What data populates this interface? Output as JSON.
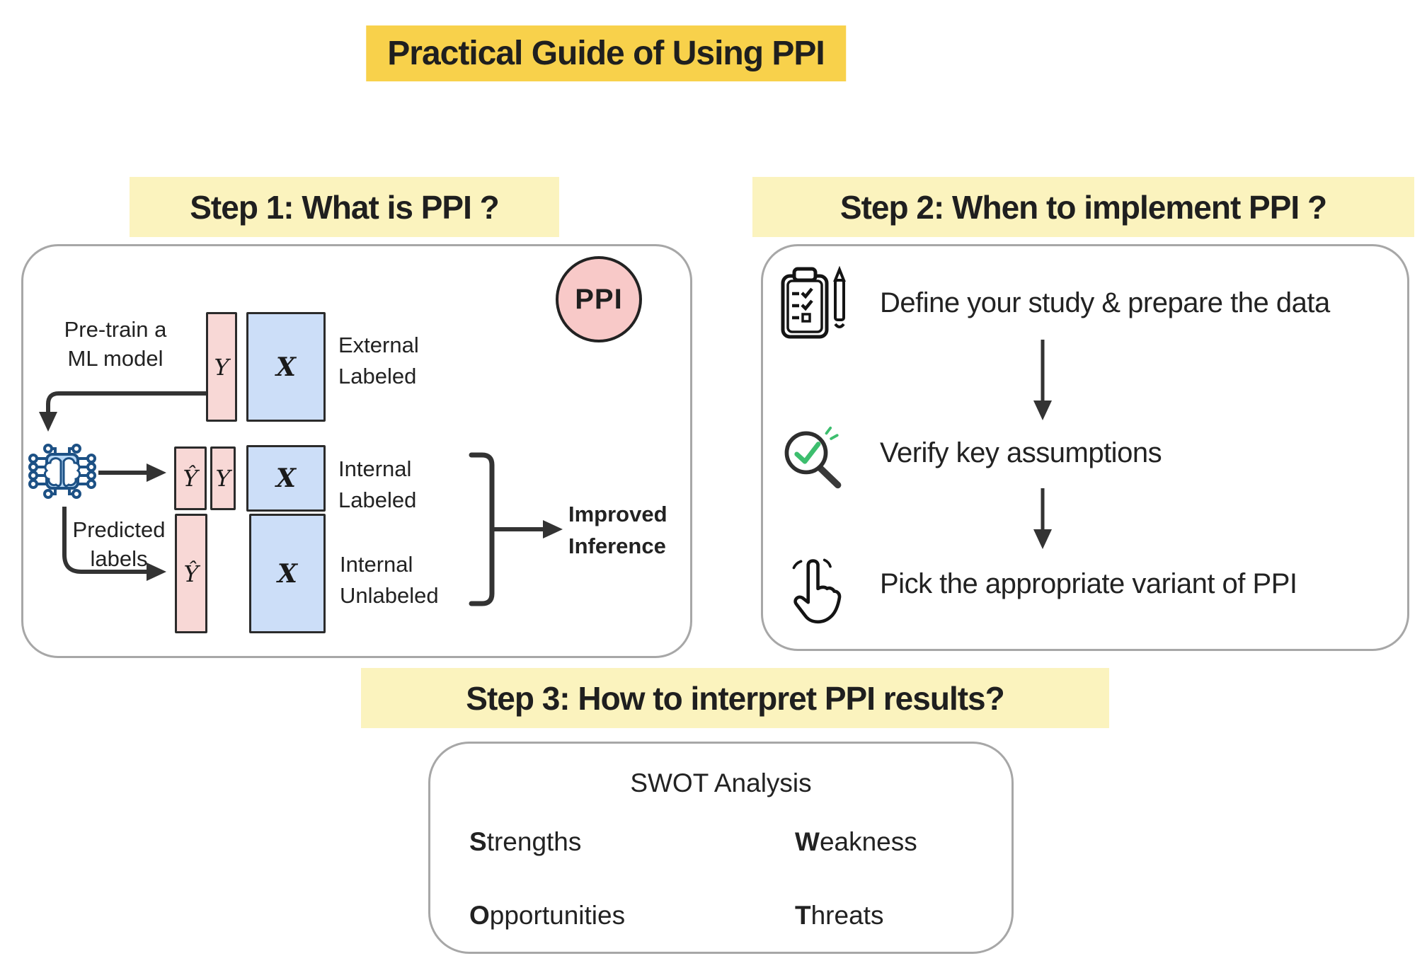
{
  "title": "Practical Guide of Using PPI",
  "colors": {
    "title-bg": "#F8D14B",
    "heading-bg": "#FBF3BE",
    "pink": "#F8D8D6",
    "pink-badge": "#F8C9C8",
    "blue": "#CCDEF8",
    "panel-border": "#A7A7A7",
    "ink": "#1F1F1F",
    "arrow": "#333333",
    "chip-fill": "#B5D7F6",
    "chip-stroke": "#1D5185",
    "check-green": "#3DBE6E"
  },
  "step1": {
    "heading": "Step 1: What is PPI ?",
    "ppi_badge": "PPI",
    "pretrain": {
      "line1": "Pre-train a",
      "line2": "ML model"
    },
    "matrices": {
      "y": "Y",
      "x": "X",
      "yhat": "Ŷ"
    },
    "external": {
      "line1": "External",
      "line2": "Labeled"
    },
    "internal_labeled": {
      "line1": "Internal",
      "line2": "Labeled"
    },
    "internal_unlabeled": {
      "line1": "Internal",
      "line2": "Unlabeled"
    },
    "predicted": {
      "line1": "Predicted",
      "line2": "labels"
    },
    "improved": {
      "line1": "Improved",
      "line2": "Inference"
    }
  },
  "step2": {
    "heading": "Step 2: When to implement PPI ?",
    "items": [
      {
        "icon": "clipboard-pen-icon",
        "label": "Define your study & prepare the data"
      },
      {
        "icon": "magnifier-check-icon",
        "label": "Verify key assumptions"
      },
      {
        "icon": "click-hand-icon",
        "label": "Pick the appropriate variant of PPI"
      }
    ]
  },
  "step3": {
    "heading": "Step 3: How to interpret PPI results?",
    "box_title": "SWOT Analysis",
    "quadrants": [
      {
        "initial": "S",
        "rest": "trengths"
      },
      {
        "initial": "W",
        "rest": "eakness"
      },
      {
        "initial": "O",
        "rest": "pportunities"
      },
      {
        "initial": "T",
        "rest": "hreats"
      }
    ]
  }
}
